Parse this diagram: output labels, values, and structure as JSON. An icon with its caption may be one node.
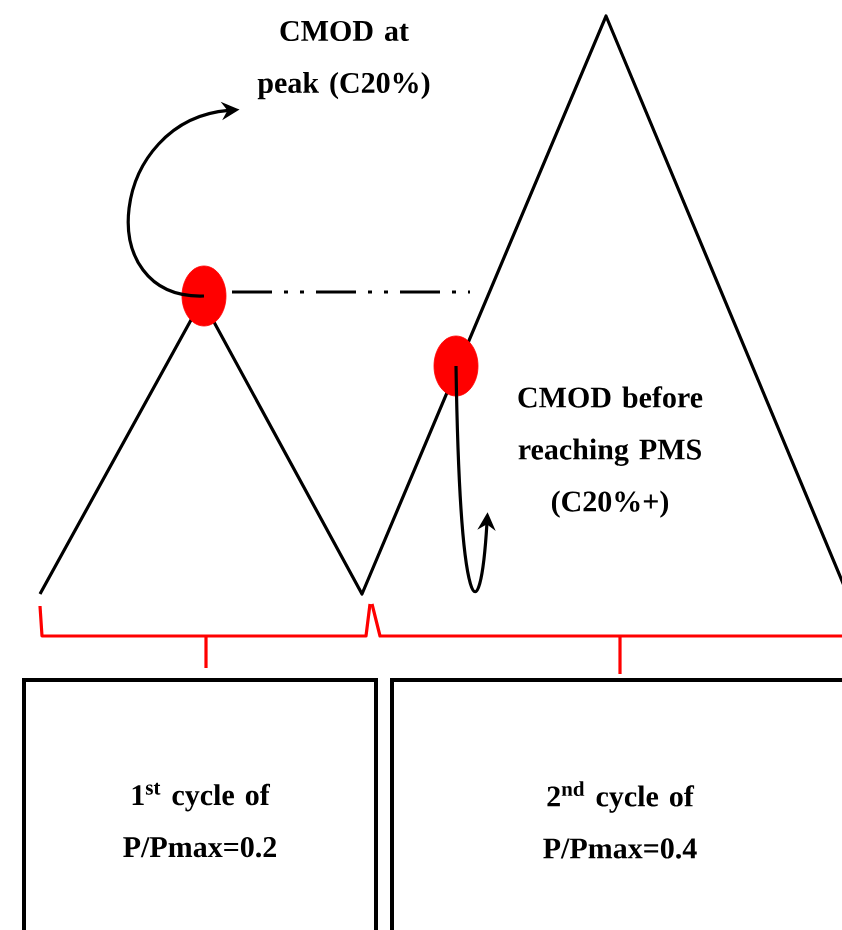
{
  "diagram": {
    "nodes": [
      {
        "text": [
          "CMOD at peak (C20%)"
        ]
      },
      {
        "text": [
          "CMOD before reaching PMS (C20%+)"
        ]
      },
      {
        "text": [
          "1$^{st}$ cycle of P/Pmax=0.2"
        ]
      },
      {
        "text": [
          "2$^{nd}$ cycle of P/Pmax=0.4"
        ]
      },
      {
        "text": [],
        "shape": "circle"
      },
      {
        "text": [],
        "shape": "circle"
      }
    ],
    "edges": [
      {
        "from": 4,
        "to": 0,
        "arrow": "to"
      },
      {
        "from": 5,
        "to": 1,
        "arrow": "to"
      }
    ]
  }
}
